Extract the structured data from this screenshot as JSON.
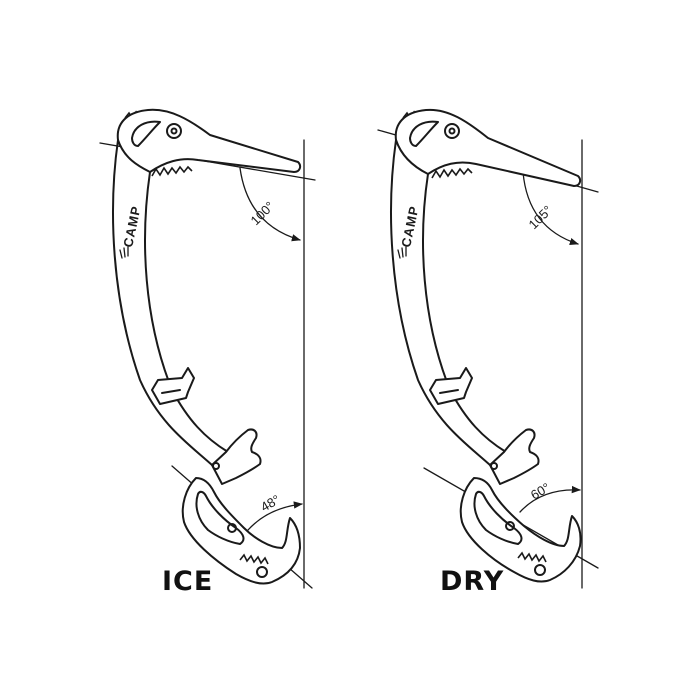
{
  "tools": [
    {
      "id": "ice",
      "label": "ICE",
      "brand": "CAMP",
      "pick_angle": "100°",
      "grip_angle": "48°"
    },
    {
      "id": "dry",
      "label": "DRY",
      "brand": "CAMP",
      "pick_angle": "105°",
      "grip_angle": "60°"
    }
  ],
  "colors": {
    "line": "#1a1a1a",
    "background": "#ffffff"
  }
}
